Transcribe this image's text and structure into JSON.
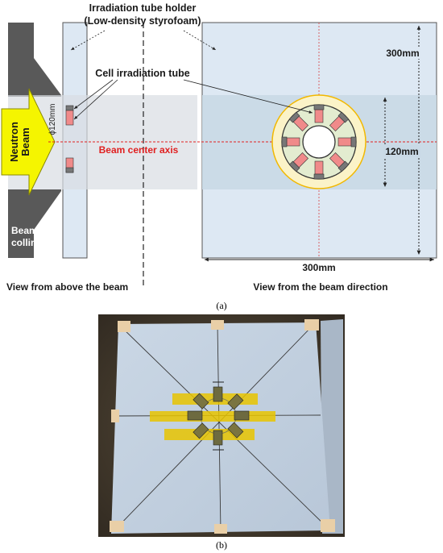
{
  "panel_a": {
    "holder_label_line1": "Irradiation tube holder",
    "holder_label_line2": "(Low-density styrofoam)",
    "tube_label": "Cell irradiation tube",
    "beam_word1": "Neutron",
    "beam_word2": "Beam",
    "diameter_label": "ϕ120mm",
    "axis_label": "Beam center axis",
    "collimator_line1": "Beam",
    "collimator_line2": "collimator",
    "dim_height": "300mm",
    "dim_band": "120mm",
    "dim_width": "300mm",
    "view_left": "View from above the beam",
    "view_right": "View from the beam direction",
    "caption": "(a)"
  },
  "panel_b": {
    "caption": "(b)"
  },
  "colors": {
    "holder_fill": "#dde8f3",
    "band_fill": "#c9d9e6",
    "beam_arrow": "#f5f500",
    "axis_line": "#e02020",
    "tube_fill": "#f08a8a",
    "ring_outer": "#f2b800",
    "collimator": "#595959",
    "foam": "#c6d4e3",
    "tape": "#e8c400"
  }
}
